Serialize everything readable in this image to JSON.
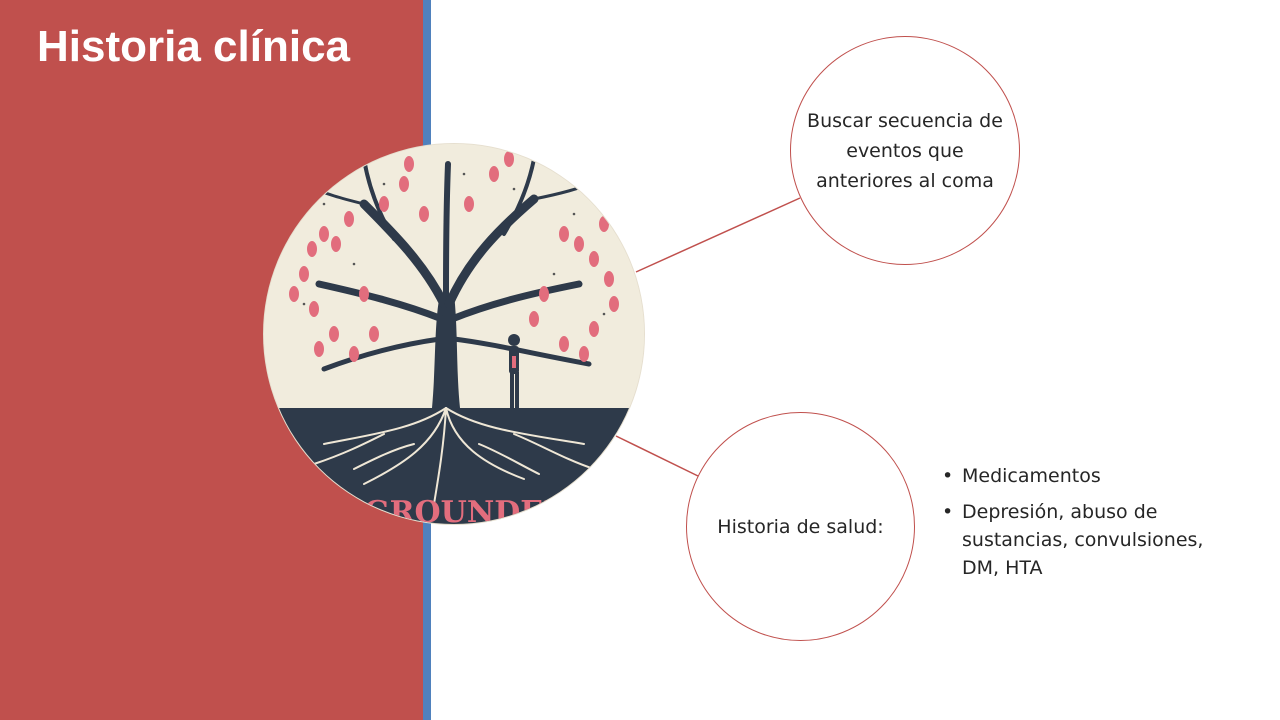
{
  "slide": {
    "title": "Historia clínica",
    "nodes": {
      "top": "Buscar secuencia de eventos que anteriores al coma",
      "bottom": "Historia de salud:"
    },
    "bullets": [
      "Medicamentos",
      "Depresión, abuso de sustancias, convulsiones, DM, HTA"
    ],
    "image": {
      "caption": "GROUNDED",
      "icon": "tree-roots-illustration-icon"
    }
  },
  "colors": {
    "panel": "#c0504d",
    "accent": "#4f81bd",
    "node_border": "#c0504d",
    "text": "#262626"
  }
}
